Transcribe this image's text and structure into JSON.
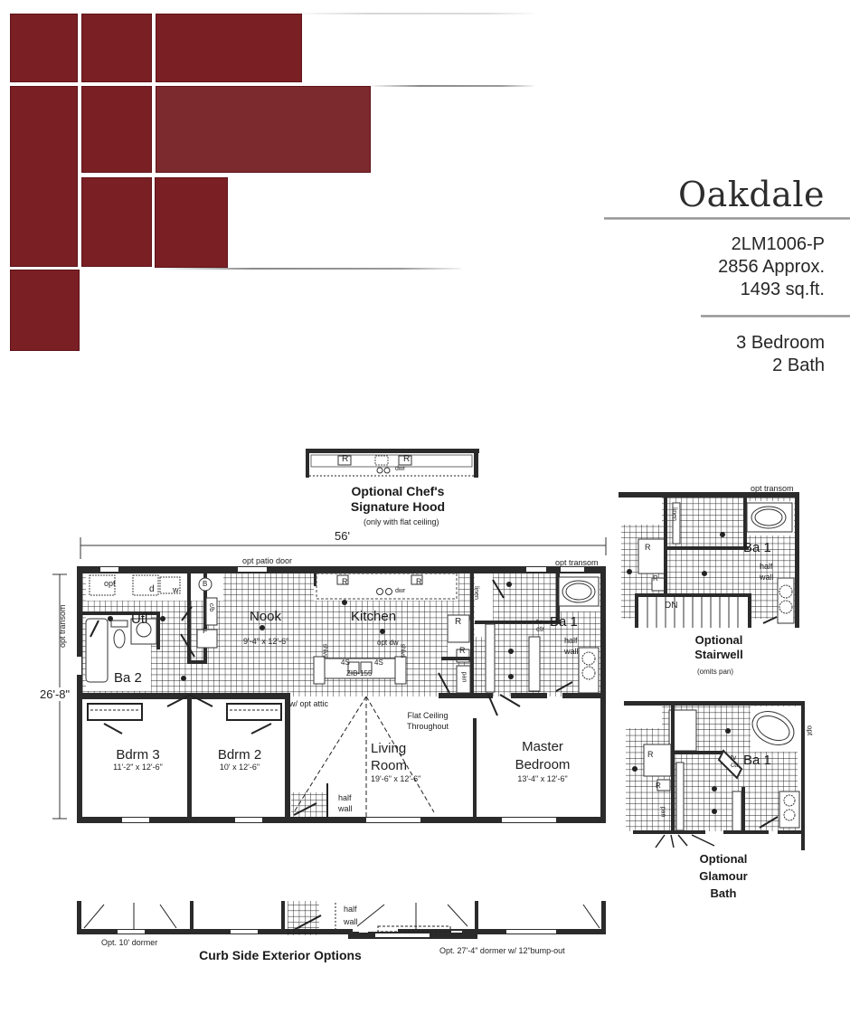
{
  "header": {
    "title": "Oakdale",
    "model_number": "2LM1006-P",
    "approx": "2856 Approx.",
    "sqft": "1493 sq.ft.",
    "bedrooms": "3 Bedroom",
    "baths": "2 Bath"
  },
  "brand": {
    "accent_color": "#7a1f24"
  },
  "chef_hood": {
    "title_line1": "Optional Chef's",
    "title_line2": "Signature Hood",
    "note": "(only with flat ceiling)",
    "labels": [
      "R",
      "R",
      "dwr"
    ]
  },
  "main_plan": {
    "width_dim": "56'",
    "depth_dim": "26'-8\"",
    "notes": {
      "opt_patio_door": "opt patio door",
      "opt_transom_top": "opt transom",
      "opt_transom_side": "opt transom",
      "w_opt_attic": "w/ opt attic",
      "flat_ceiling_1": "Flat Ceiling",
      "flat_ceiling_2": "Throughout",
      "half_wall_ba1": "half",
      "half_wall_ba1b": "wall",
      "half_wall_lr": "half",
      "half_wall_lrb": "wall"
    },
    "fixtures": {
      "opt": "opt",
      "dryer": "d",
      "washer": "w",
      "water_heater": "B",
      "furnace": "F",
      "c_b": "c/b",
      "shlvs1": "shlvs",
      "shlvs2": "shlvs",
      "opt_dw": "opt dw",
      "burner1": "4S",
      "burner2": "4S",
      "island": "ZIB-155",
      "fridge": "R",
      "range1": "R",
      "range2": "R",
      "r_small": "R",
      "dwr": "dwr",
      "linen": "linen",
      "pan": "pan",
      "tv_ctr_1": "tv",
      "tv_ctr_2": "ctr"
    },
    "rooms": [
      {
        "name": "Utl",
        "dims": ""
      },
      {
        "name": "Ba 2",
        "dims": ""
      },
      {
        "name": "Nook",
        "dims": "9'-4\" x 12'-6\""
      },
      {
        "name": "Kitchen",
        "dims": ""
      },
      {
        "name": "Ba 1",
        "dims": ""
      },
      {
        "name": "Bdrm 3",
        "dims": "11'-2\" x 12'-6\""
      },
      {
        "name": "Bdrm 2",
        "dims": "10' x 12'-6\""
      },
      {
        "name_line1": "Living",
        "name_line2": "Room",
        "dims": "19'-6\" x 12'-6\""
      },
      {
        "name_line1": "Master",
        "name_line2": "Bedroom",
        "dims": "13'-4\" x 12'-6\""
      }
    ]
  },
  "stairwell_option": {
    "title_line1": "Optional",
    "title_line2": "Stairwell",
    "note": "(omits pan)",
    "opt_transom": "opt transom",
    "room": "Ba 1",
    "half": "half",
    "wall": "wall",
    "linen": "linen",
    "dn": "DN",
    "r1": "R",
    "r2": "R"
  },
  "glamour_option": {
    "title_line1": "Optional",
    "title_line2": "Glamour",
    "title_line3": "Bath",
    "room": "Ba 1",
    "tv": "tv",
    "ctr": "ctr",
    "opt": "opt",
    "pan": "pan",
    "r1": "R",
    "r2": "R"
  },
  "curb_side": {
    "title": "Curb Side Exterior Options",
    "dormer_10": "Opt. 10' dormer",
    "dormer_27": "Opt. 27'-4\" dormer w/ 12\"bump-out",
    "half": "half",
    "wall": "wall"
  }
}
